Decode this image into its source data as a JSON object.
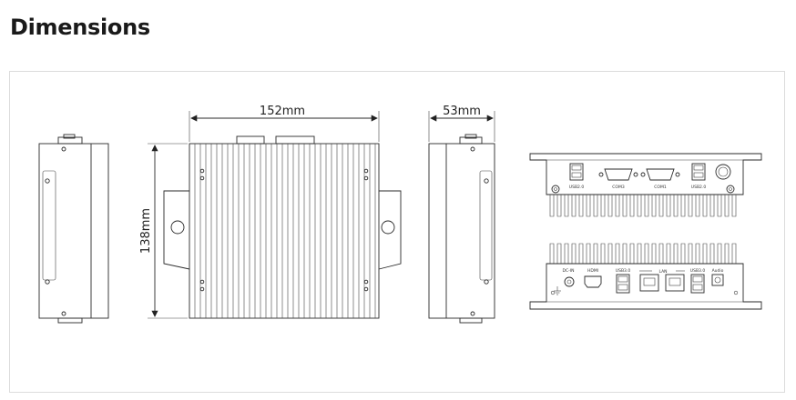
{
  "page": {
    "title": "Dimensions"
  },
  "dimensions": {
    "width_label": "152mm",
    "height_label": "138mm",
    "depth_label": "53mm"
  },
  "ports_top": {
    "usb_left": "USB2.0",
    "com_left": "COM3",
    "com_right": "COM1",
    "usb_right": "USB2.0"
  },
  "ports_bottom": {
    "dc_in": "DC-IN",
    "hdmi": "HDMI",
    "usb3_left": "USB3.0",
    "lan": "LAN",
    "usb3_right": "USB3.0",
    "audio": "Audio"
  },
  "icons": [
    "power-button-icon",
    "ground-symbol-icon",
    "dimension-arrow-icon"
  ]
}
